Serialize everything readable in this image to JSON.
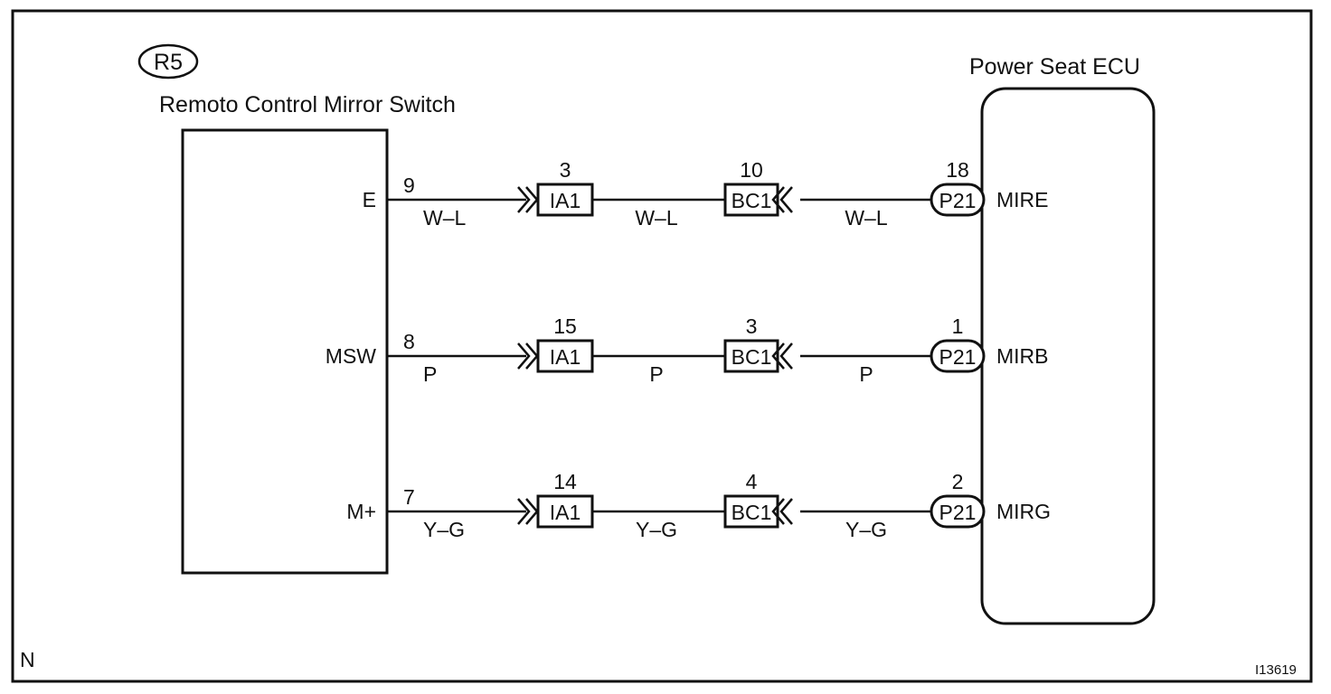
{
  "corner_label": "N",
  "figure_id": "I13619",
  "left_component": {
    "code": "R5",
    "name": "Remoto Control Mirror Switch"
  },
  "right_component": {
    "name": "Power Seat ECU"
  },
  "circuits": [
    {
      "left_terminal": "E",
      "left_pin": "9",
      "wire_left": "W–L",
      "ia_pin": "3",
      "ia_connector": "IA1",
      "wire_mid": "W–L",
      "bc_pin": "10",
      "bc_connector": "BC1",
      "wire_right": "W–L",
      "ecu_pin": "18",
      "ecu_connector": "P21",
      "ecu_signal": "MIRE"
    },
    {
      "left_terminal": "MSW",
      "left_pin": "8",
      "wire_left": "P",
      "ia_pin": "15",
      "ia_connector": "IA1",
      "wire_mid": "P",
      "bc_pin": "3",
      "bc_connector": "BC1",
      "wire_right": "P",
      "ecu_pin": "1",
      "ecu_connector": "P21",
      "ecu_signal": "MIRB"
    },
    {
      "left_terminal": "M+",
      "left_pin": "7",
      "wire_left": "Y–G",
      "ia_pin": "14",
      "ia_connector": "IA1",
      "wire_mid": "Y–G",
      "bc_pin": "4",
      "bc_connector": "BC1",
      "wire_right": "Y–G",
      "ecu_pin": "2",
      "ecu_connector": "P21",
      "ecu_signal": "MIRG"
    }
  ]
}
